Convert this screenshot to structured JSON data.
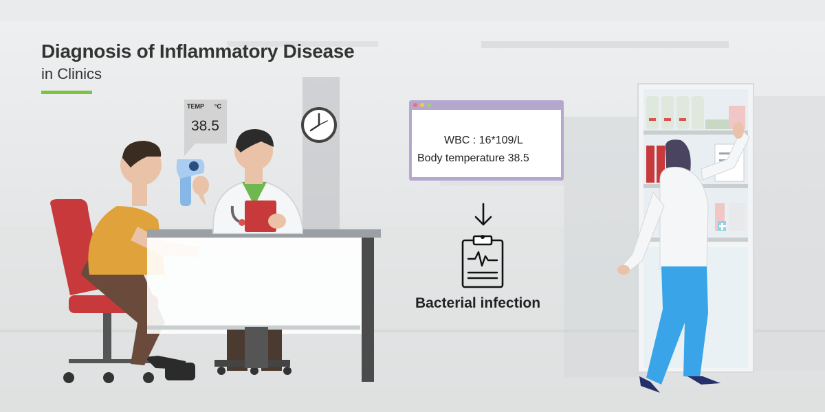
{
  "header": {
    "title": "Diagnosis of Inflammatory Disease",
    "subtitle": "in Clinics"
  },
  "thermometer": {
    "label": "TEMP",
    "unit": "°C",
    "value": "38.5"
  },
  "result_window": {
    "wbc_line": "WBC : 16*109/L",
    "temperature_line": "Body temperature 38.5",
    "dot_colors": [
      "#e8736c",
      "#f2c94c",
      "#9ad17a"
    ]
  },
  "diagnosis": {
    "label": "Bacterial infection"
  },
  "colors": {
    "accent": "#7dc242",
    "window_frame": "#b6a7cf",
    "chair": "#c8393b",
    "patient_shirt": "#e0a23a",
    "nurse_pants": "#3aa4e8"
  },
  "icons": {
    "thermometer": "thermometer-icon",
    "clock": "clock-icon",
    "arrow": "arrow-down-icon",
    "report": "clipboard-report-icon"
  }
}
